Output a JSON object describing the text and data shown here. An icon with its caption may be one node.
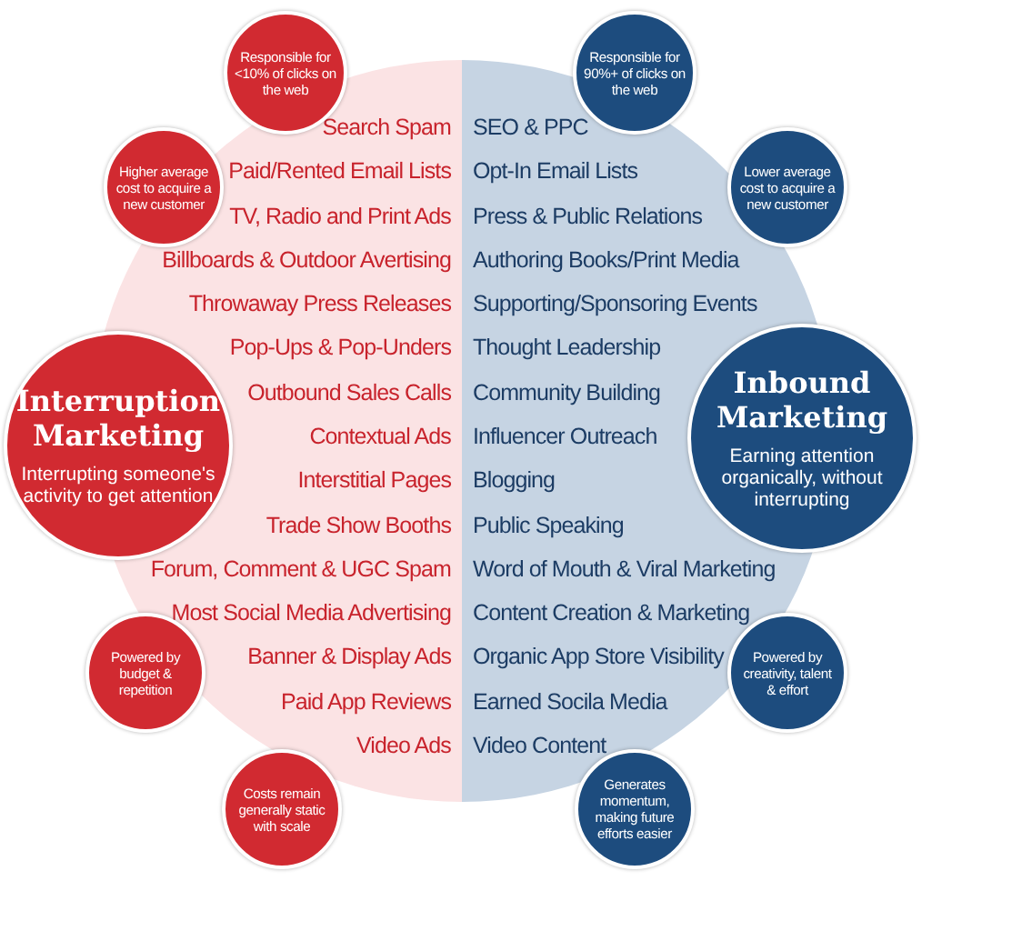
{
  "diagram": {
    "nodes": [
      {
        "text": [
          "Search Spam",
          "Paid/Rented Email Lists",
          "TV, Radio and Print Ads",
          "Billboards & Outdoor Avertising",
          "Throwaway Press Releases",
          "Pop-Ups & Pop-Unders",
          "Outbound Sales Calls",
          "Contextual Ads",
          "Interstitial Pages",
          "Trade Show Booths",
          "Forum, Comment & UGC Spam",
          "Most Social Media Advertising",
          "Banner & Display Ads",
          "Paid App Reviews",
          "Video Ads"
        ]
      },
      {
        "text": [
          "SEO & PPC",
          "Opt-In Email Lists",
          "Press & Public Relations",
          "Authoring Books/Print Media",
          "Supporting/Sponsoring Events",
          "Thought Leadership",
          "Community Building",
          "Influencer Outreach",
          "Blogging",
          "Public Speaking",
          "Word of Mouth & Viral Marketing",
          "Content Creation & Marketing",
          "Organic App Store Visibility",
          "Earned Socila Media",
          "Video Content"
        ]
      },
      {
        "text": [
          "Responsible for <10% of clicks on the web"
        ]
      },
      {
        "text": [
          "Responsible for 90%+ of clicks on the web"
        ]
      },
      {
        "text": [
          "Higher average cost to acquire a new customer"
        ]
      },
      {
        "text": [
          "Lower average cost to acquire a new customer"
        ]
      },
      {
        "text": [
          "Interruption Marketing",
          "Interrupting someone's activity to get attention"
        ]
      },
      {
        "text": [
          "Inbound Marketing",
          "Earning attention organically, without interrupting"
        ]
      },
      {
        "text": [
          "Powered by budget & repetition"
        ]
      },
      {
        "text": [
          "Powered by creativity, talent & effort"
        ]
      },
      {
        "text": [
          "Costs remain generally static with scale"
        ]
      },
      {
        "text": [
          "Generates momentum, making future efforts easier"
        ]
      }
    ],
    "edges": []
  }
}
